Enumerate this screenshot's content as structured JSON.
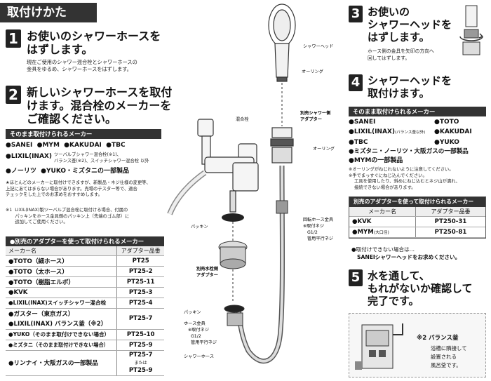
{
  "banner": "取付けかた",
  "step1": {
    "num": "1",
    "title1": "お使いのシャワーホースを",
    "title2": "はずします。",
    "desc1": "現在ご使用のシャワー混合栓とシャワーホースの",
    "desc2": "金具をゆるめ、シャワーホースをはずします。"
  },
  "step2": {
    "num": "2",
    "title1": "新しいシャワーホースを取付",
    "title2": "けます。混合栓のメーカーを",
    "title3": "ご確認ください。"
  },
  "direct_makers": {
    "header": "そのまま取付けられるメーカー",
    "row1": [
      "SANEI",
      "MYM",
      "KAKUDAI",
      "TBC"
    ],
    "lixil_name": "LIXIL(INAX)",
    "lixil_note1": "ツーバルブシャワー混合栓(※1)、",
    "lixil_note2": "バランス釜(※2)、スイッチシャワー混合栓 以外",
    "row3": [
      "ノーリツ",
      "YUKO・ミズタニの一部製品"
    ],
    "note1": "★ほとんどのメーカーに取付けできますが、新製品・ネジ仕様の変更等、",
    "note2": "上記にあてはまらない場合があります。売場のテスター等で、適合",
    "note3": "チェックをした上でのお求めをおすすめします。"
  },
  "footnote1": {
    "mark": "※1",
    "line1": "LIXIL(INAX)製ツーバルブ混合栓に取付ける場合、付属の",
    "line2": "パッキンをホース金具側のパッキン上（先端のゴム部）に",
    "line3": "追加してご使用ください。"
  },
  "adapter_table_left": {
    "header": "●別売のアダプターを使って取付けられるメーカー",
    "col1": "メーカー名",
    "col2": "アダプター品番",
    "rows": [
      {
        "maker": "●TOTO（細ホース）",
        "code": "PT25"
      },
      {
        "maker": "●TOTO（太ホース）",
        "code": "PT25-2"
      },
      {
        "maker": "●TOTO（樹脂エルボ）",
        "code": "PT25-11"
      },
      {
        "maker": "●KVK",
        "code": "PT25-3"
      },
      {
        "maker": "●LIXIL(INAX)スイッチシャワー混合栓",
        "code": "PT25-4"
      },
      {
        "maker": "●ガスター（東京ガス）",
        "code": "PT25-7"
      },
      {
        "maker": "●LIXIL(INAX) バランス釜（※2）",
        "code": ""
      },
      {
        "maker": "●YUKO（そのまま取付けできない場合）",
        "code": "PT25-10"
      },
      {
        "maker": "●ミズタニ（そのまま取付けできない場合）",
        "code": "PT25-9"
      },
      {
        "maker": "●リンナイ・大阪ガスの一部製品",
        "code": "PT25-7"
      },
      {
        "maker": "",
        "code": "または"
      },
      {
        "maker": "",
        "code": "PT25-9"
      }
    ]
  },
  "diagram": {
    "shower_head": "シャワーヘッド",
    "o_ring_top": "オーリング",
    "mixer": "混合栓",
    "shower_adapter1": "別売シャワー側",
    "shower_adapter2": "アダプター",
    "o_ring_mid": "オーリング",
    "packing_left": "パッキン",
    "faucet_adapter1": "別売水栓側",
    "faucet_adapter2": "アダプター",
    "swivel1": "回転ホース金具",
    "swivel2": "※取付ネジ",
    "swivel3": "G1/2",
    "swivel4": "管用平行ネジ",
    "packing_bottom": "パッキン",
    "hose_fit1": "ホース金具",
    "hose_fit2": "※取付ネジ",
    "hose_fit3": "G1/2",
    "hose_fit4": "管用平行ネジ",
    "shower_hose": "シャワーホース"
  },
  "step3": {
    "num": "3",
    "title1": "お使いの",
    "title2": "シャワーヘッドを",
    "title3": "はずします。",
    "desc1": "ホース側の金具を矢印の方向へ",
    "desc2": "回してはずします。"
  },
  "step4": {
    "num": "4",
    "title1": "シャワーヘッドを",
    "title2": "取付けます。"
  },
  "direct_head": {
    "header": "そのまま取付けられるメーカー",
    "items": [
      "●SANEI",
      "●TOTO",
      "●LIXIL(INAX)",
      "●KAKUDAI",
      "●TBC",
      "●YUKO"
    ],
    "lixil_note": "(バランス釜以外)",
    "mizutani": "●ミズタニ・ノーリツ・大阪ガスの一部製品",
    "mym": "●MYMの一部製品",
    "note1": "※オーリングがねじれないように注意してください。",
    "note2": "※手でまっすぐにねじ込んでください。",
    "note3": "工具を使用したり、斜めにねじ込むとネジ山が潰れ、",
    "note4": "接続できない場合があります。"
  },
  "adapter_table_right": {
    "header": "別売のアダプターを使って取付けられるメーカー",
    "col1": "メーカー名",
    "col2": "アダプター品番",
    "rows": [
      {
        "maker": "●KVK",
        "code": "PT250-31"
      },
      {
        "maker": "●MYM",
        "sub": "(大口径)",
        "code": "PT250-81"
      }
    ]
  },
  "cannot": {
    "line1": "●取付けできない場合は…",
    "line2": "SANEIシャワーヘッドをお求めください。"
  },
  "step5": {
    "num": "5",
    "title1": "水を通して、",
    "title2": "もれがないか確認して",
    "title3": "完了です。"
  },
  "balance": {
    "title": "※2 バランス釜",
    "line1": "浴槽に隣接して",
    "line2": "設置される",
    "line3": "風呂釜です。"
  }
}
